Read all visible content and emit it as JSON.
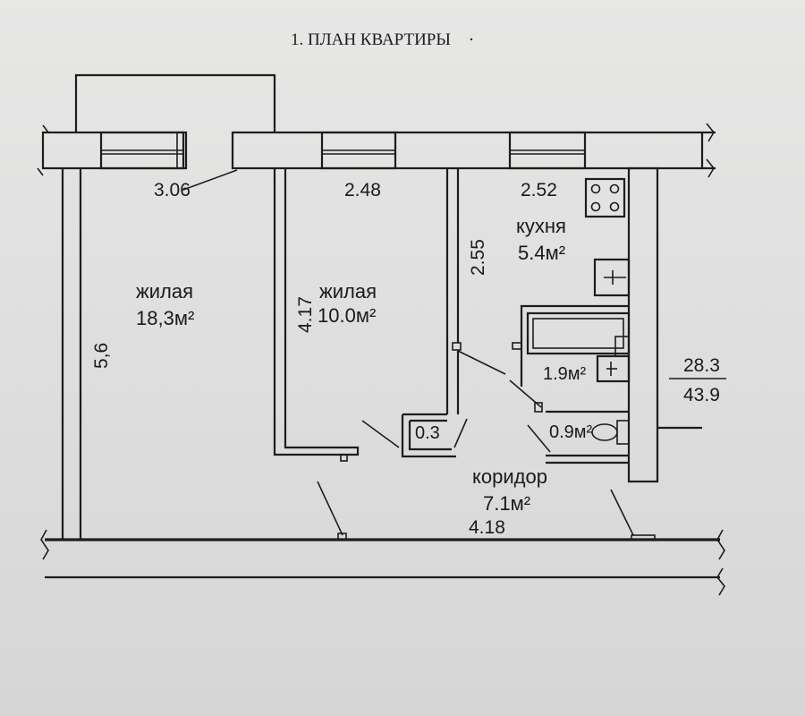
{
  "title": "1. ПЛАН КВАРТИРЫ",
  "rooms": {
    "living_large": {
      "name": "жилая",
      "area": "18,3м²"
    },
    "living_small": {
      "name": "жилая",
      "area": "10.0м²"
    },
    "kitchen": {
      "name": "кухня",
      "area": "5.4м²"
    },
    "bathroom": {
      "area": "1.9м²"
    },
    "toilet": {
      "area": "0.9м²"
    },
    "closet": {
      "area": "0.3"
    },
    "corridor": {
      "name": "коридор",
      "area": "7.1м²"
    }
  },
  "dimensions": {
    "d_306": "3.06",
    "d_248": "2.48",
    "d_252": "2.52",
    "d_255": "2.55",
    "d_417": "4.17",
    "d_56": "5,6",
    "d_418": "4.18"
  },
  "totals": {
    "living_area": "28.3",
    "total_area": "43.9"
  }
}
